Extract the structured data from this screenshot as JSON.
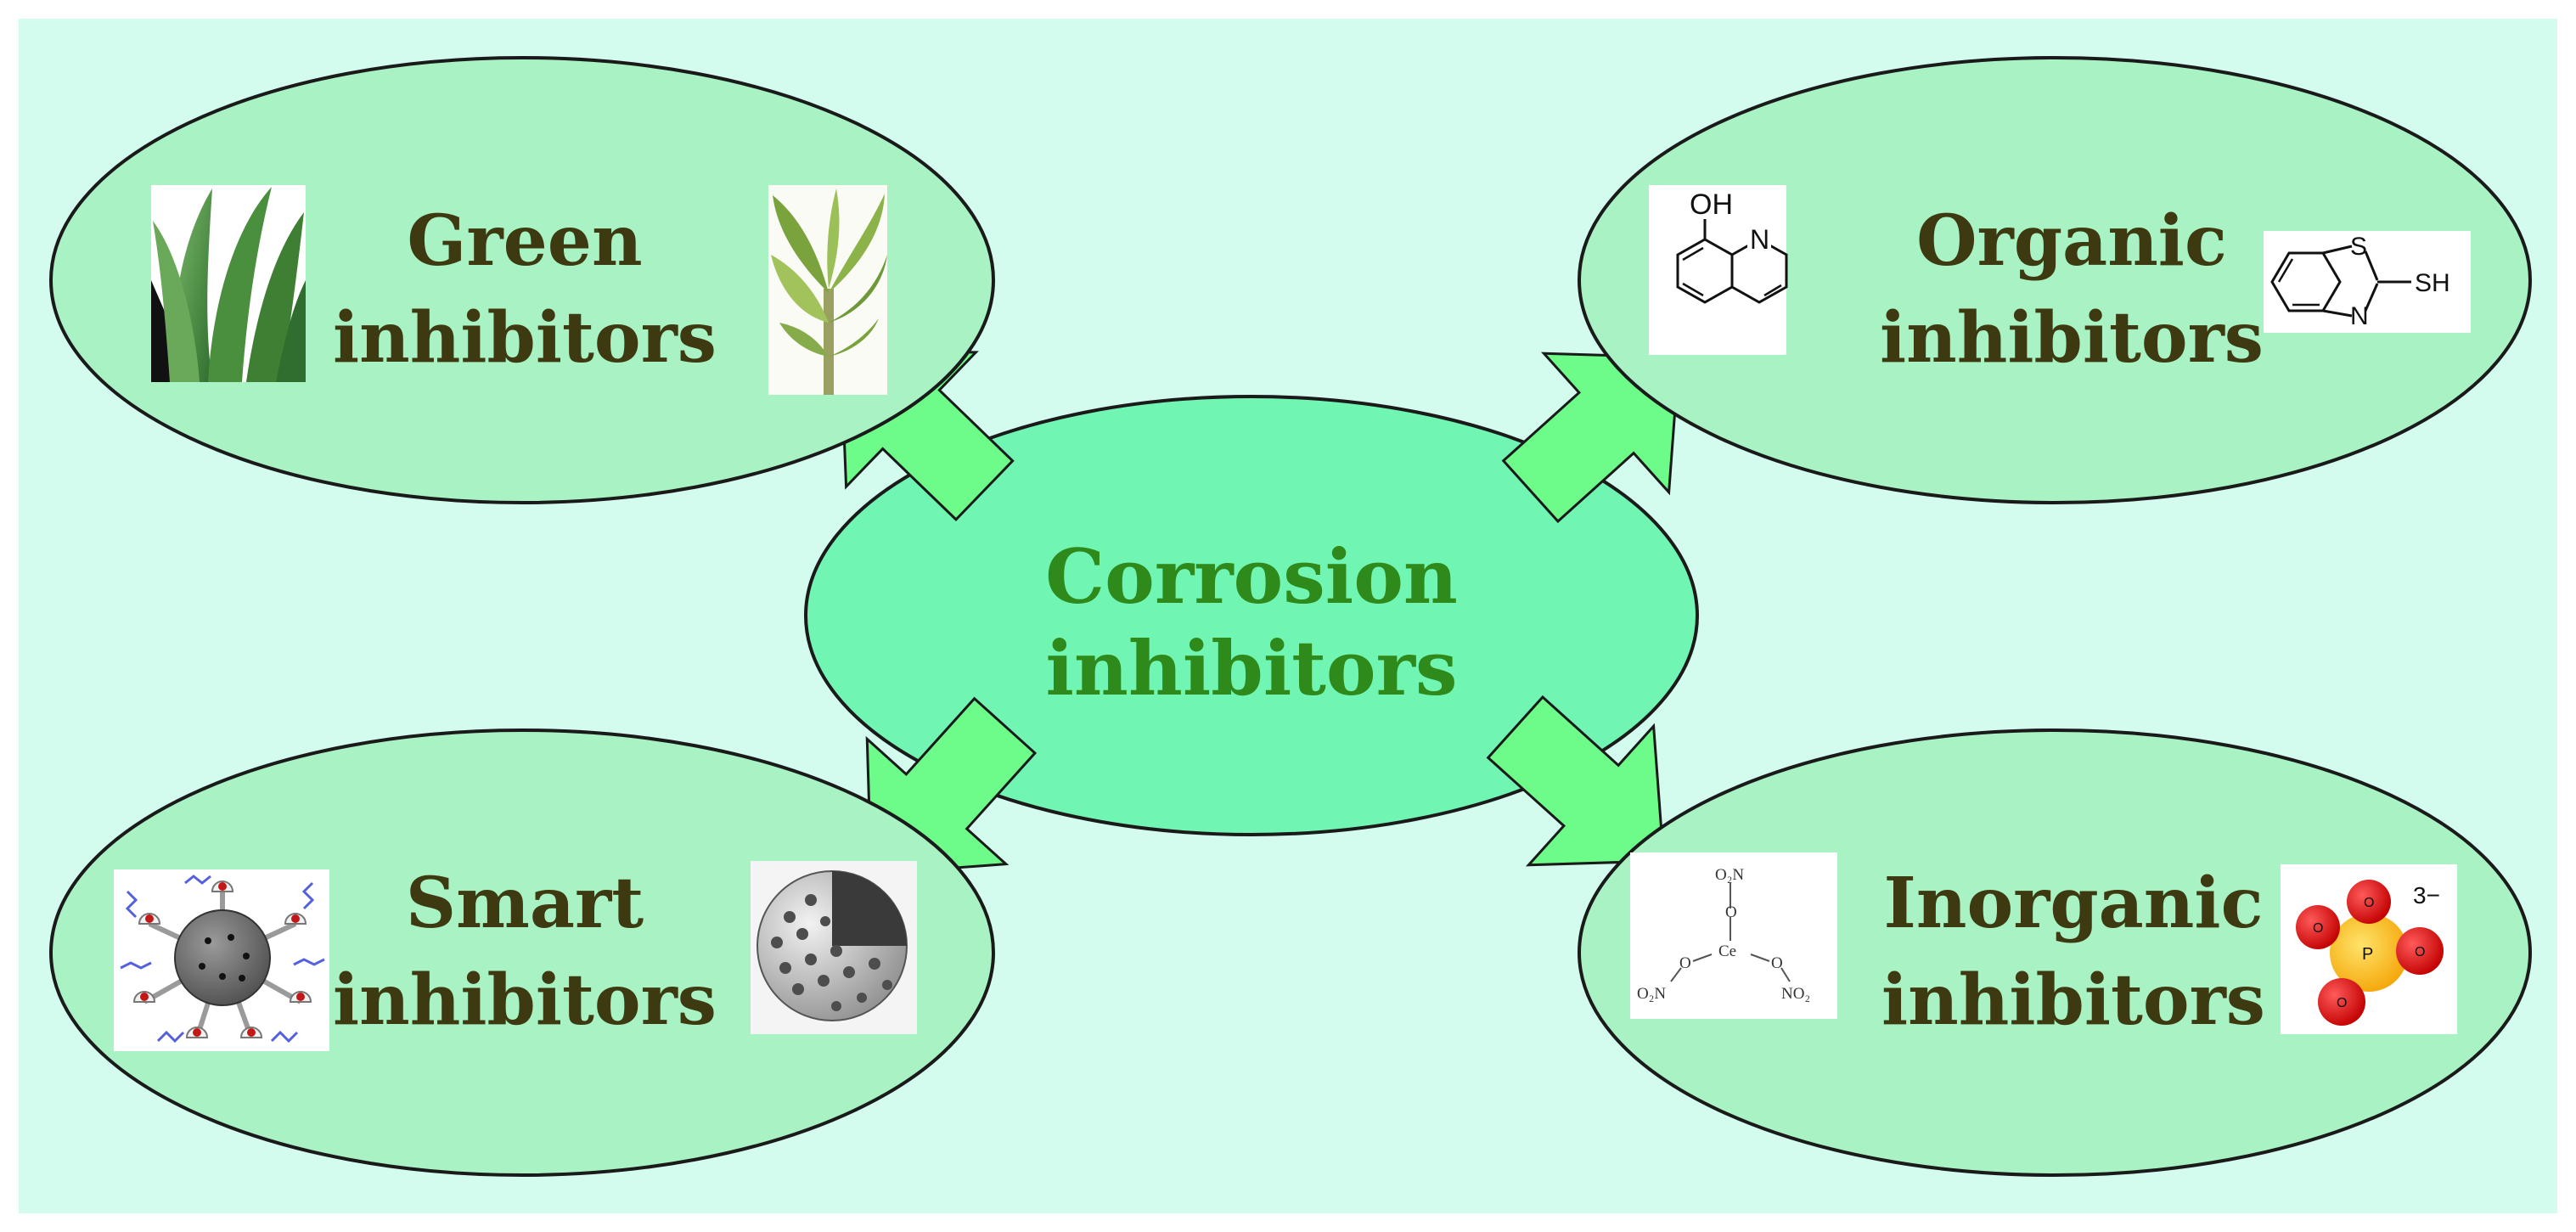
{
  "diagram": {
    "center": {
      "line1": "Corrosion",
      "line2": "inhibitors"
    },
    "categories": [
      {
        "id": "green",
        "line1": "Green",
        "line2": "inhibitors",
        "images": [
          "aloe-vera",
          "banana-plant"
        ]
      },
      {
        "id": "organic",
        "line1": "Organic",
        "line2": "inhibitors",
        "images": [
          "8-hydroxyquinoline-structure",
          "mercaptobenzothiazole-structure"
        ]
      },
      {
        "id": "smart",
        "line1": "Smart",
        "line2": "inhibitors",
        "images": [
          "nanocarrier-particle",
          "mesoporous-sphere"
        ]
      },
      {
        "id": "inorganic",
        "line1": "Inorganic",
        "line2": "inhibitors",
        "images": [
          "cerium-nitrate-structure",
          "phosphate-ion-model"
        ]
      }
    ],
    "chem_labels": {
      "hydroxy": "OH",
      "nitrogen": "N",
      "sulfur": "S",
      "thiol": "SH",
      "cerium": "Ce",
      "nitrate_o2n": "O₂N",
      "nitrate_no2": "NO₂",
      "oxygen": "O",
      "phosphorus": "P",
      "charge": "3−"
    },
    "colors": {
      "background": "#d3fbee",
      "border": "#ffffff",
      "outer_ellipse_fill": "#a8f2c3",
      "center_ellipse_fill": "#70f5b3",
      "arrow_fill": "#6dfc8a",
      "label_color": "#3d3a12",
      "center_label_color": "#2f8a1c"
    }
  }
}
